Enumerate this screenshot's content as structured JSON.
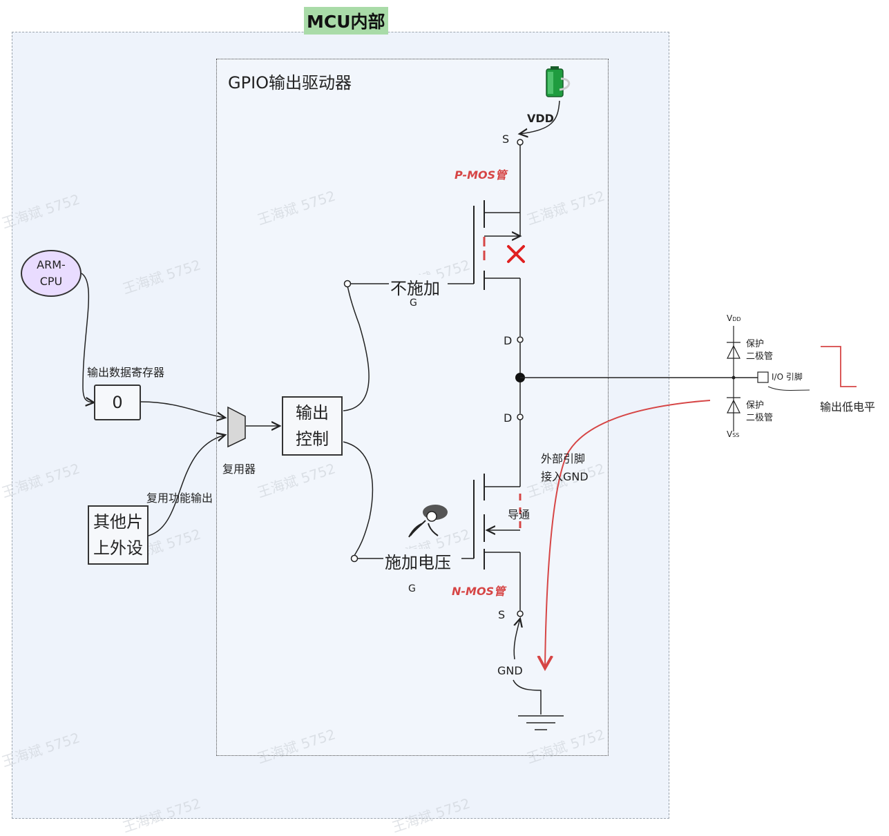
{
  "title": "MCU内部",
  "gpio_driver_title": "GPIO输出驱动器",
  "cpu_label": "ARM-\nCPU",
  "register": {
    "label": "输出数据寄存器",
    "value": "0"
  },
  "peripheral": {
    "label": "其他片\n上外设",
    "func_label": "复用功能输出"
  },
  "mux_label": "复用器",
  "output_control": "输出\n控制",
  "pmos": {
    "label": "P-MOS管",
    "gate_state": "不施加",
    "gate": "G",
    "source": "S",
    "drain": "D"
  },
  "nmos": {
    "label": "N-MOS管",
    "gate_state": "施加电压",
    "gate": "G",
    "source": "S",
    "drain": "D",
    "conduct": "导通"
  },
  "vdd": "VDD",
  "gnd": "GND",
  "protection": {
    "vdd": "V",
    "vdd_sub": "DD",
    "vss": "V",
    "vss_sub": "SS",
    "diode_top": "保护\n二极管",
    "diode_bottom": "保护\n二极管",
    "io_pin": "I/O 引脚"
  },
  "output_low": "输出低电平",
  "external_gnd": "外部引脚\n接入GND",
  "watermark": "王海斌 5752",
  "colors": {
    "accent_red": "#d64545",
    "mcu_bg": "#eef3fb",
    "title_bg": "#a9dba8",
    "cpu_fill": "#e9dcff"
  }
}
